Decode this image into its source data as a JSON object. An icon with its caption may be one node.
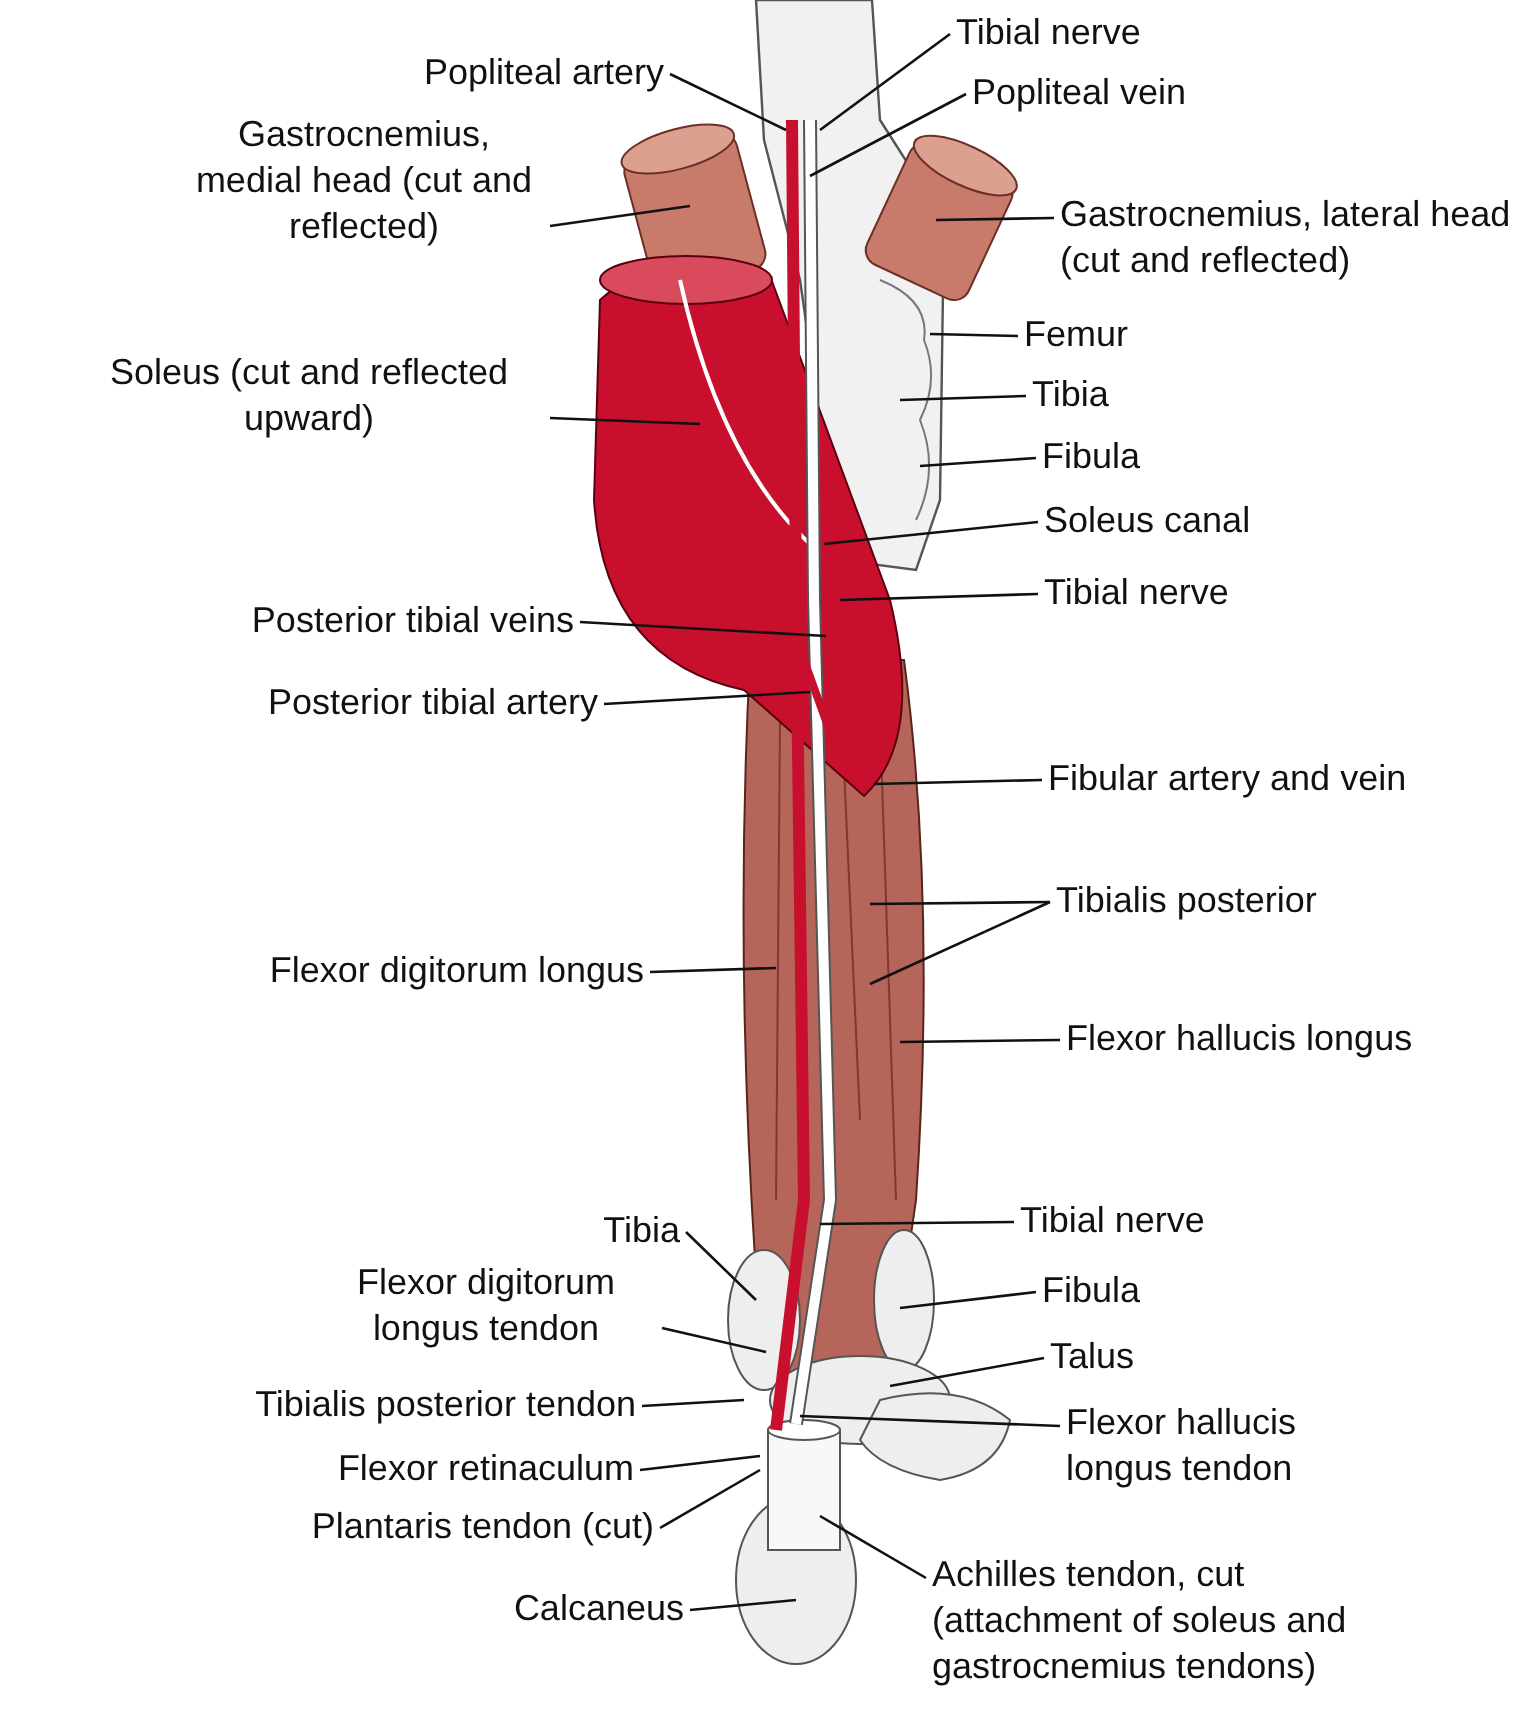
{
  "diagram": {
    "nodes": [
      {
        "text": [
          "Popliteal artery"
        ]
      },
      {
        "text": [
          "Tibial nerve"
        ]
      },
      {
        "text": [
          "Popliteal vein"
        ]
      },
      {
        "text": [
          "Gastrocnemius, medial head (cut and reflected)"
        ]
      },
      {
        "text": [
          "Gastrocnemius, lateral head (cut and reflected)"
        ]
      },
      {
        "text": [
          "Femur"
        ]
      },
      {
        "text": [
          "Soleus (cut and reflected upward)"
        ]
      },
      {
        "text": [
          "Tibia"
        ]
      },
      {
        "text": [
          "Fibula"
        ]
      },
      {
        "text": [
          "Soleus canal"
        ]
      },
      {
        "text": [
          "Tibial nerve"
        ]
      },
      {
        "text": [
          "Posterior tibial veins"
        ]
      },
      {
        "text": [
          "Posterior tibial artery"
        ]
      },
      {
        "text": [
          "Fibular artery and vein"
        ]
      },
      {
        "text": [
          "Tibialis posterior"
        ]
      },
      {
        "text": [
          "Flexor digitorum longus"
        ]
      },
      {
        "text": [
          "Flexor hallucis longus"
        ]
      },
      {
        "text": [
          "Tibia"
        ]
      },
      {
        "text": [
          "Tibial nerve"
        ]
      },
      {
        "text": [
          "Flexor digitorum longus tendon"
        ]
      },
      {
        "text": [
          "Fibula"
        ]
      },
      {
        "text": [
          "Talus"
        ]
      },
      {
        "text": [
          "Tibialis posterior tendon"
        ]
      },
      {
        "text": [
          "Flexor hallucis longus tendon"
        ]
      },
      {
        "text": [
          "Flexor retinaculum"
        ]
      },
      {
        "text": [
          "Plantaris tendon (cut)"
        ]
      },
      {
        "text": [
          "Calcaneus"
        ]
      },
      {
        "text": [
          "Achilles tendon, cut (attachment of soleus and gastrocnemius tendons)"
        ]
      }
    ],
    "edges": [
      {
        "from": 0,
        "to": null,
        "arrow": "none"
      },
      {
        "from": 1,
        "to": null,
        "arrow": "none"
      },
      {
        "from": 2,
        "to": null,
        "arrow": "none"
      },
      {
        "from": 3,
        "to": null,
        "arrow": "none"
      },
      {
        "from": 4,
        "to": null,
        "arrow": "none"
      },
      {
        "from": 5,
        "to": null,
        "arrow": "none"
      },
      {
        "from": 6,
        "to": null,
        "arrow": "none"
      },
      {
        "from": 7,
        "to": null,
        "arrow": "none"
      },
      {
        "from": 8,
        "to": null,
        "arrow": "none"
      },
      {
        "from": 9,
        "to": null,
        "arrow": "none"
      },
      {
        "from": 10,
        "to": null,
        "arrow": "none"
      },
      {
        "from": 11,
        "to": null,
        "arrow": "none"
      },
      {
        "from": 12,
        "to": null,
        "arrow": "none"
      },
      {
        "from": 13,
        "to": null,
        "arrow": "none"
      },
      {
        "from": 14,
        "to": null,
        "arrow": "none"
      },
      {
        "from": 14,
        "to": null,
        "arrow": "none"
      },
      {
        "from": 15,
        "to": null,
        "arrow": "none"
      },
      {
        "from": 16,
        "to": null,
        "arrow": "none"
      },
      {
        "from": 17,
        "to": null,
        "arrow": "none"
      },
      {
        "from": 18,
        "to": null,
        "arrow": "none"
      },
      {
        "from": 19,
        "to": null,
        "arrow": "none"
      },
      {
        "from": 20,
        "to": null,
        "arrow": "none"
      },
      {
        "from": 21,
        "to": null,
        "arrow": "none"
      },
      {
        "from": 22,
        "to": null,
        "arrow": "none"
      },
      {
        "from": 23,
        "to": null,
        "arrow": "none"
      },
      {
        "from": 24,
        "to": null,
        "arrow": "none"
      },
      {
        "from": 25,
        "to": null,
        "arrow": "none"
      },
      {
        "from": 26,
        "to": null,
        "arrow": "none"
      },
      {
        "from": 27,
        "to": null,
        "arrow": "none"
      }
    ]
  }
}
